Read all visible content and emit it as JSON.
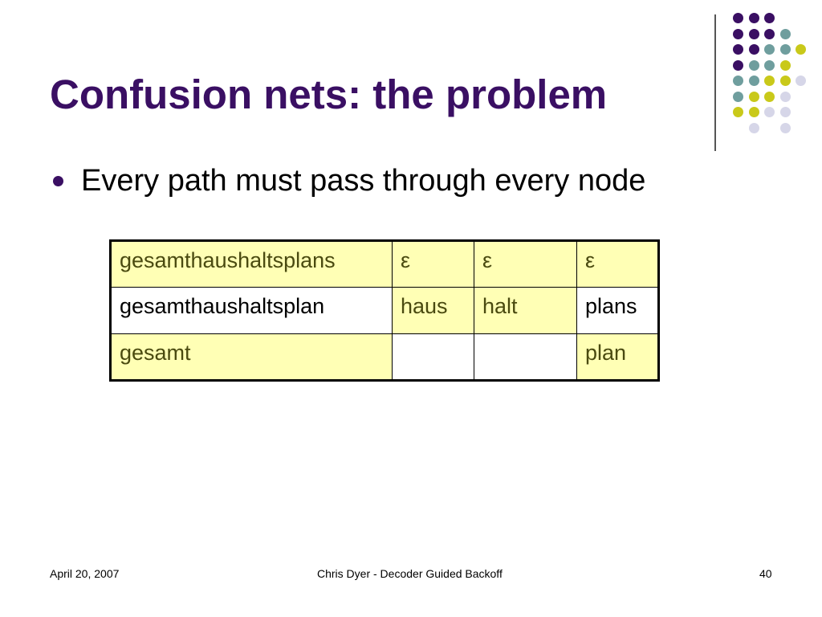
{
  "slide": {
    "title": "Confusion nets: the problem",
    "bullets": [
      "Every path must pass through every node"
    ]
  },
  "table": {
    "rows": [
      [
        "gesamthaushaltsplans",
        "ε",
        "ε",
        "ε"
      ],
      [
        "gesamthaushaltsplan",
        "haus",
        "halt",
        "plans"
      ],
      [
        "gesamt",
        "",
        "",
        "plan"
      ]
    ],
    "highlight": [
      [
        true,
        true,
        true,
        true
      ],
      [
        false,
        true,
        true,
        false
      ],
      [
        true,
        false,
        false,
        true
      ]
    ],
    "highlight_color": "#ffffb5"
  },
  "footer": {
    "date": "April 20, 2007",
    "center": "Chris Dyer - Decoder Guided Backoff",
    "page": "40"
  },
  "colors": {
    "title": "#3a0f63",
    "purple": "#3a0f63",
    "teal": "#6f9e9e",
    "yellow": "#c9c91a",
    "lavender": "#d6d6e8"
  },
  "dot_grid": [
    [
      "purple",
      "purple",
      "purple",
      null,
      null
    ],
    [
      "purple",
      "purple",
      "purple",
      "teal",
      null
    ],
    [
      "purple",
      "purple",
      "teal",
      "teal",
      "yellow"
    ],
    [
      "purple",
      "teal",
      "teal",
      "yellow",
      null
    ],
    [
      "teal",
      "teal",
      "yellow",
      "yellow",
      "lavender"
    ],
    [
      "teal",
      "yellow",
      "yellow",
      "lavender",
      null
    ],
    [
      "yellow",
      "yellow",
      "lavender",
      "lavender",
      null
    ],
    [
      null,
      "lavender",
      null,
      "lavender",
      null
    ]
  ]
}
